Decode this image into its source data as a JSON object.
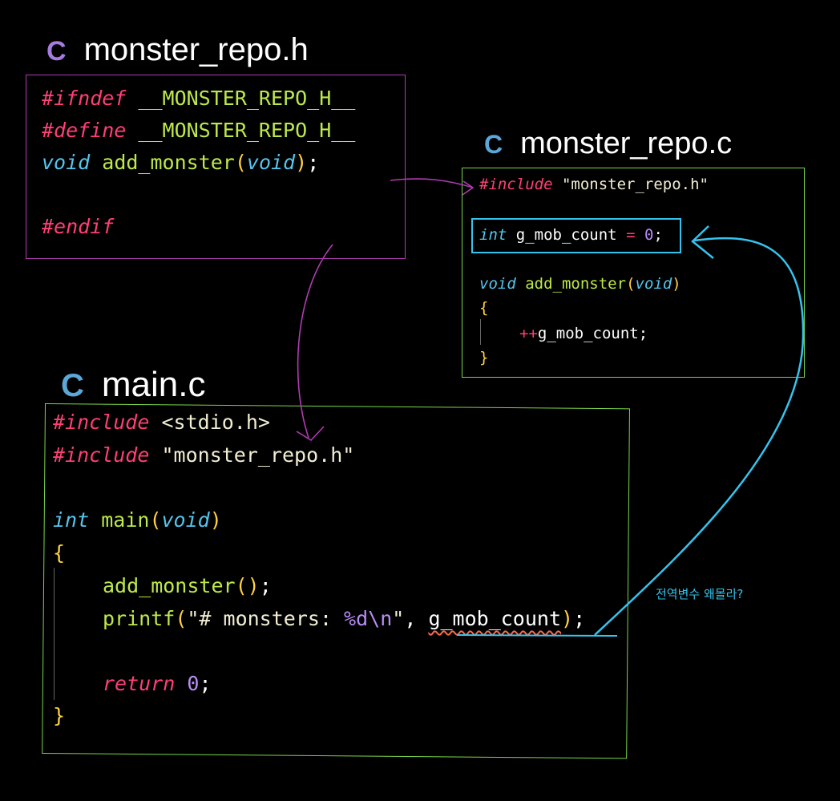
{
  "header_file": {
    "title": "monster_repo.h",
    "icon": "C",
    "lines": {
      "l1_kw": "#ifndef",
      "l1_name": "__MONSTER_REPO_H__",
      "l2_kw": "#define",
      "l2_name": "__MONSTER_REPO_H__",
      "l3_type": "void",
      "l3_fn": "add_monster",
      "l3_paren_open": "(",
      "l3_arg": "void",
      "l3_paren_close": ")",
      "l3_semi": ";",
      "l5_kw": "#endif"
    }
  },
  "source_file": {
    "title": "monster_repo.c",
    "icon": "C",
    "lines": {
      "l1_kw": "#include",
      "l1_str": "\"monster_repo.h\"",
      "l2_type": "int",
      "l2_var": "g_mob_count",
      "l2_op": "=",
      "l2_num": "0",
      "l2_semi": ";",
      "l3_type": "void",
      "l3_fn": "add_monster",
      "l3_paren_open": "(",
      "l3_arg": "void",
      "l3_paren_close": ")",
      "l4_brace": "{",
      "l5_op": "++",
      "l5_var": "g_mob_count",
      "l5_semi": ";",
      "l6_brace": "}"
    }
  },
  "main_file": {
    "title": "main.c",
    "icon": "C",
    "lines": {
      "l1_kw": "#include",
      "l1_lt": "<",
      "l1_name": "stdio.h",
      "l1_gt": ">",
      "l2_kw": "#include",
      "l2_str": "\"monster_repo.h\"",
      "l3_type": "int",
      "l3_fn": "main",
      "l3_paren_open": "(",
      "l3_arg": "void",
      "l3_paren_close": ")",
      "l4_brace": "{",
      "l5_fn": "add_monster",
      "l5_parens": "()",
      "l5_semi": ";",
      "l6_fn": "printf",
      "l6_paren_open": "(",
      "l6_str1": "\"# monsters: ",
      "l6_fmt": "%d\\n",
      "l6_str2": "\"",
      "l6_comma": ", ",
      "l6_var": "g_mob_count",
      "l6_paren_close": ")",
      "l6_semi": ";",
      "l8_kw": "return",
      "l8_num": "0",
      "l8_semi": ";",
      "l9_brace": "}"
    }
  },
  "annotation": "전역변수 왜몰라?",
  "colors": {
    "header_border": "#b13bb3",
    "source_border": "#7bd54a",
    "main_border": "#7bd54a",
    "highlight": "#35c3ee",
    "arrow_purple": "#b13bb3",
    "arrow_cyan": "#35c3ee"
  }
}
